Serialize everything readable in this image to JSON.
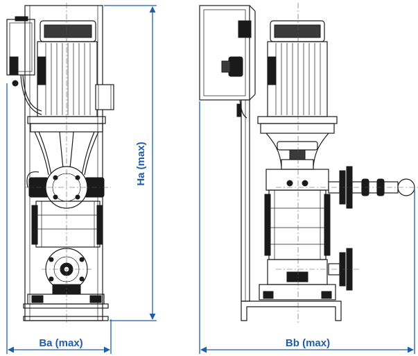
{
  "dimensions": {
    "ha_label": "Ha (max)",
    "ba_label": "Ba (max)",
    "bb_label": "Bb (max)"
  },
  "colors": {
    "dimension_blue": "#1f5da8",
    "line_black": "#1a1a1a"
  },
  "views": [
    "front-view",
    "side-view"
  ]
}
